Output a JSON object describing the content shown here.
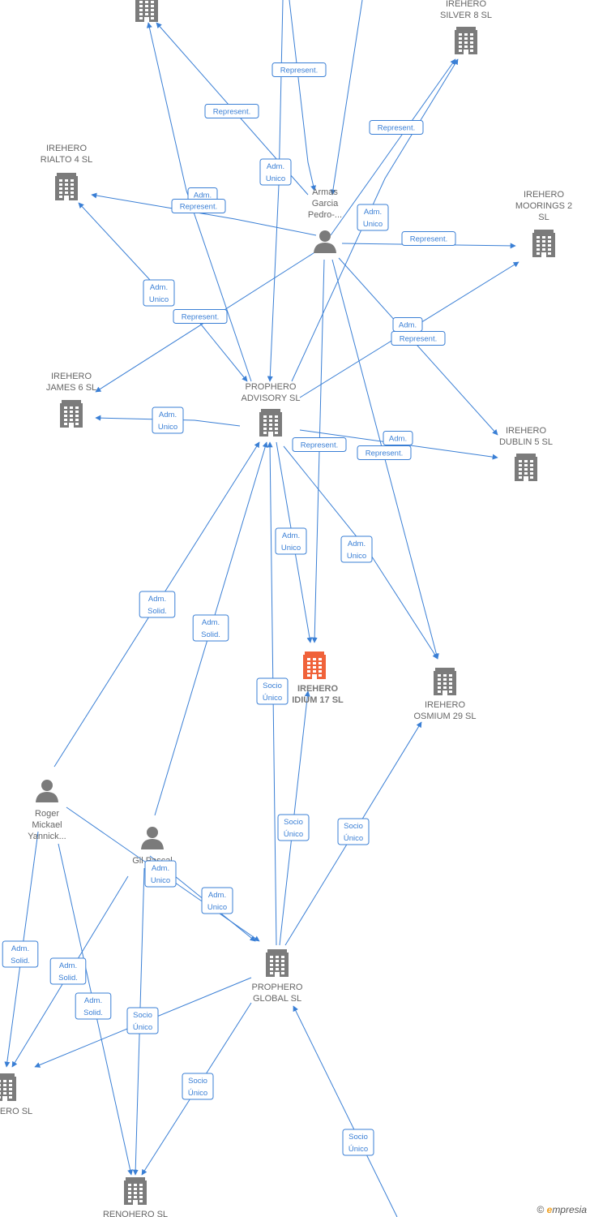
{
  "colors": {
    "edge": "#3a7fd5",
    "company": "#7b7b7b",
    "focus_company": "#f0623a",
    "person": "#7b7b7b"
  },
  "nodes": [
    {
      "id": "top_company",
      "type": "company",
      "icon": "building-icon",
      "label": []
    },
    {
      "id": "silver8",
      "type": "company",
      "icon": "building-icon",
      "label": [
        "IREHERO",
        "SILVER 8  SL"
      ]
    },
    {
      "id": "rialto4",
      "type": "company",
      "icon": "building-icon",
      "label": [
        "IREHERO",
        "RIALTO 4  SL"
      ]
    },
    {
      "id": "armas",
      "type": "person",
      "icon": "person-icon",
      "label": [
        "Armas",
        "Garcia",
        "Pedro-..."
      ]
    },
    {
      "id": "moorings2",
      "type": "company",
      "icon": "building-icon",
      "label": [
        "IREHERO",
        "MOORINGS 2",
        "SL"
      ]
    },
    {
      "id": "james6",
      "type": "company",
      "icon": "building-icon",
      "label": [
        "IREHERO",
        "JAMES 6  SL"
      ]
    },
    {
      "id": "prophero_advisory",
      "type": "company",
      "icon": "building-icon",
      "label": [
        "PROPHERO",
        "ADVISORY  SL"
      ]
    },
    {
      "id": "dublin5",
      "type": "company",
      "icon": "building-icon",
      "label": [
        "IREHERO",
        "DUBLIN 5  SL"
      ]
    },
    {
      "id": "idium17",
      "type": "focus",
      "icon": "building-icon",
      "label": [
        "IREHERO",
        "IDIUM 17  SL"
      ]
    },
    {
      "id": "osmium29",
      "type": "company",
      "icon": "building-icon",
      "label": [
        "IREHERO",
        "OSMIUM 29  SL"
      ]
    },
    {
      "id": "roger",
      "type": "person",
      "icon": "person-icon",
      "label": [
        "Roger",
        "Mickael",
        "Yannick..."
      ]
    },
    {
      "id": "gil",
      "type": "person",
      "icon": "person-icon",
      "label": [
        "Gil Pascal",
        "P..."
      ]
    },
    {
      "id": "prophero_global",
      "type": "company",
      "icon": "building-icon",
      "label": [
        "PROPHERO",
        "GLOBAL  SL"
      ]
    },
    {
      "id": "irehero_sl",
      "type": "company",
      "icon": "building-icon",
      "label": [
        "ERO  SL"
      ]
    },
    {
      "id": "renohero",
      "type": "company",
      "icon": "building-icon",
      "label": [
        "RENOHERO  SL"
      ]
    }
  ],
  "badges": [
    {
      "lines": [
        "Represent."
      ]
    },
    {
      "lines": [
        "Represent."
      ]
    },
    {
      "lines": [
        "Adm.",
        "Unico"
      ]
    },
    {
      "lines": [
        "Represent."
      ]
    },
    {
      "lines": [
        "Adm.",
        "Unico"
      ]
    },
    {
      "lines": [
        "Adm."
      ]
    },
    {
      "lines": [
        "Represent."
      ]
    },
    {
      "lines": [
        "Represent."
      ]
    },
    {
      "lines": [
        "Adm.",
        "Unico"
      ]
    },
    {
      "lines": [
        "Represent."
      ]
    },
    {
      "lines": [
        "Adm."
      ]
    },
    {
      "lines": [
        "Represent."
      ]
    },
    {
      "lines": [
        "Adm.",
        "Unico"
      ]
    },
    {
      "lines": [
        "Represent."
      ]
    },
    {
      "lines": [
        "Adm."
      ]
    },
    {
      "lines": [
        "Represent."
      ]
    },
    {
      "lines": [
        "Adm.",
        "Unico"
      ]
    },
    {
      "lines": [
        "Adm.",
        "Unico"
      ]
    },
    {
      "lines": [
        "Adm.",
        "Solid."
      ]
    },
    {
      "lines": [
        "Adm.",
        "Solid."
      ]
    },
    {
      "lines": [
        "Socio",
        "Único"
      ]
    },
    {
      "lines": [
        "Socio",
        "Único"
      ]
    },
    {
      "lines": [
        "Socio",
        "Único"
      ]
    },
    {
      "lines": [
        "Adm.",
        "Unico"
      ]
    },
    {
      "lines": [
        "Adm.",
        "Unico"
      ]
    },
    {
      "lines": [
        "Adm.",
        "Solid."
      ]
    },
    {
      "lines": [
        "Adm.",
        "Solid."
      ]
    },
    {
      "lines": [
        "Adm.",
        "Solid."
      ]
    },
    {
      "lines": [
        "Socio",
        "Único"
      ]
    },
    {
      "lines": [
        "Socio",
        "Único"
      ]
    },
    {
      "lines": [
        "Socio",
        "Único"
      ]
    }
  ],
  "footer": {
    "copyright": "©",
    "brand_initial": "e",
    "brand_rest": "mpresia"
  }
}
